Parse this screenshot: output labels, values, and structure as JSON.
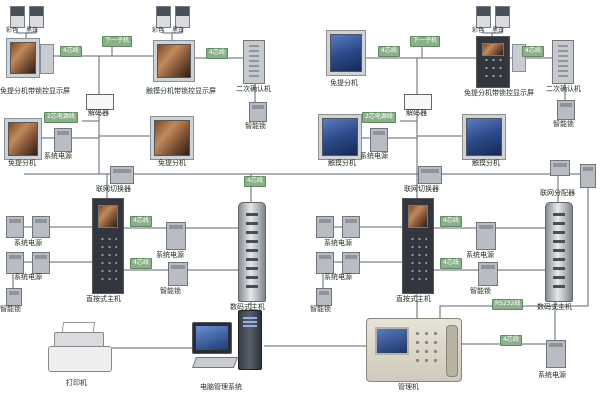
{
  "diagram": {
    "type": "building-intercom-system-wiring",
    "colors": {
      "background": "#ffffff",
      "wire_label_bg": "#8bb08b",
      "wire_label_border": "#5d8a5d",
      "line": "#5a6570"
    }
  },
  "labels": {
    "cam_color": "彩色",
    "cam_bw": "黑白",
    "next_unit": "下一子机",
    "wire4": "4芯线",
    "wire2power": "2芯电源线",
    "rs232": "RS232线",
    "handsfree_lock_display": "免提分机带锁控显示屏",
    "touch_lock_display": "触摸分机带锁控显示屏",
    "confirm_unit": "二次确认机",
    "smart_lock": "智能锁",
    "decoder": "解码器",
    "handsfree": "免提分机",
    "touch": "触摸分机",
    "sys_power": "系统电源",
    "net_switch": "联网切换器",
    "net_splitter": "联网分配器",
    "direct_host": "直按式主机",
    "digital_host": "数码式主机",
    "printer": "打印机",
    "pc_system": "电脑管理系统",
    "manager": "管理机"
  }
}
